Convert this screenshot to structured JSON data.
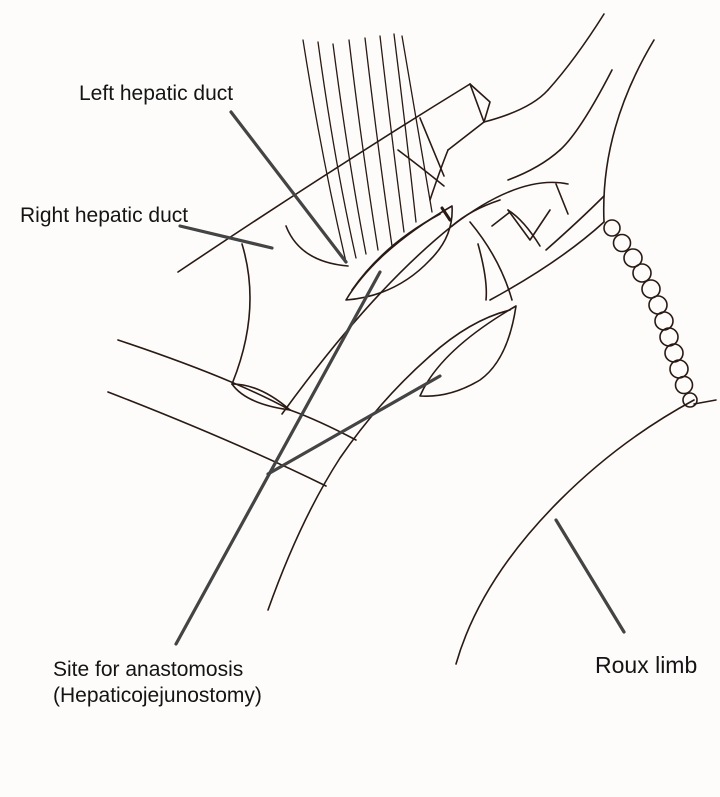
{
  "labels": {
    "left_hepatic_duct": "Left hepatic duct",
    "right_hepatic_duct": "Right hepatic duct",
    "anastomosis_site": "Site for anastomosis",
    "anastomosis_site_detail": "(Hepaticojejunostomy)",
    "roux_limb": "Roux limb"
  },
  "colors": {
    "ink": "#2a1a14",
    "leader": "#444444",
    "paper": "#fdfcfb",
    "text": "#141414"
  }
}
